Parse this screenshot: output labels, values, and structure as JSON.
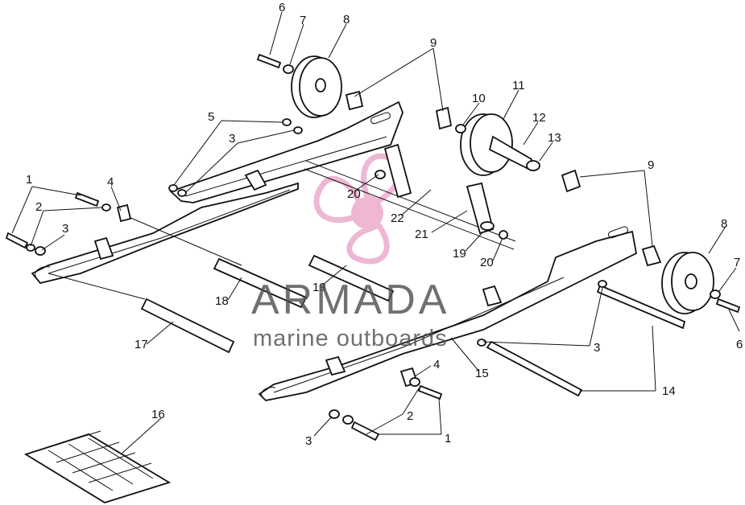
{
  "callouts": [
    "1",
    "1",
    "2",
    "2",
    "3",
    "3",
    "3",
    "3",
    "4",
    "4",
    "5",
    "6",
    "6",
    "7",
    "7",
    "8",
    "8",
    "9",
    "9",
    "10",
    "11",
    "12",
    "13",
    "14",
    "15",
    "16",
    "17",
    "18",
    "19",
    "19",
    "20",
    "20",
    "21",
    "22"
  ],
  "watermark": {
    "brand": "ARMADA",
    "tagline": "marine outboards",
    "brand_color": "#e9a0c6"
  }
}
